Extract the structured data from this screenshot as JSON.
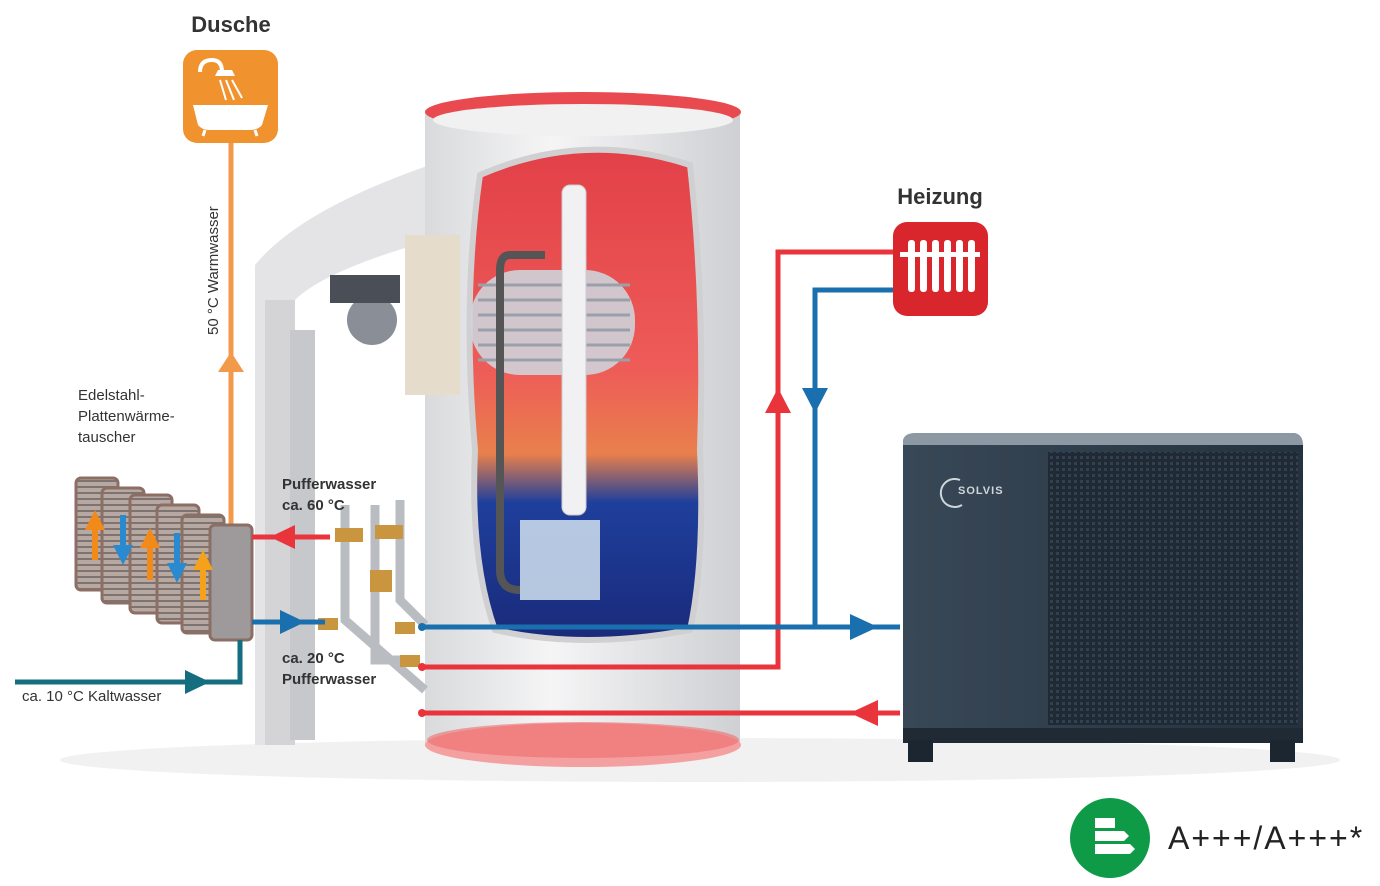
{
  "labels": {
    "shower_title": "Dusche",
    "heating_title": "Heizung",
    "warm_water": "50 °C Warmwasser",
    "exchanger_line1": "Edelstahl-",
    "exchanger_line2": "Plattenwärme-",
    "exchanger_line3": "tauscher",
    "buffer_hot_line1": "Pufferwasser",
    "buffer_hot_line2": "ca. 60 °C",
    "buffer_cold_line1": "ca. 20 °C",
    "buffer_cold_line2": "Pufferwasser",
    "cold_water": "ca. 10 °C Kaltwasser",
    "brand_logo": "SOLVIS",
    "energy_rating": "A+++/A+++*"
  },
  "colors": {
    "hot": "#e8343a",
    "cold": "#1a6fae",
    "warm_water": "#f29a4a",
    "cold_supply": "#156d80",
    "heat_pump": "#2c3a47",
    "energy_badge": "#0e9a47"
  },
  "icons": [
    "shower-bathtub-icon",
    "radiator-icon",
    "energy-label-icon"
  ]
}
